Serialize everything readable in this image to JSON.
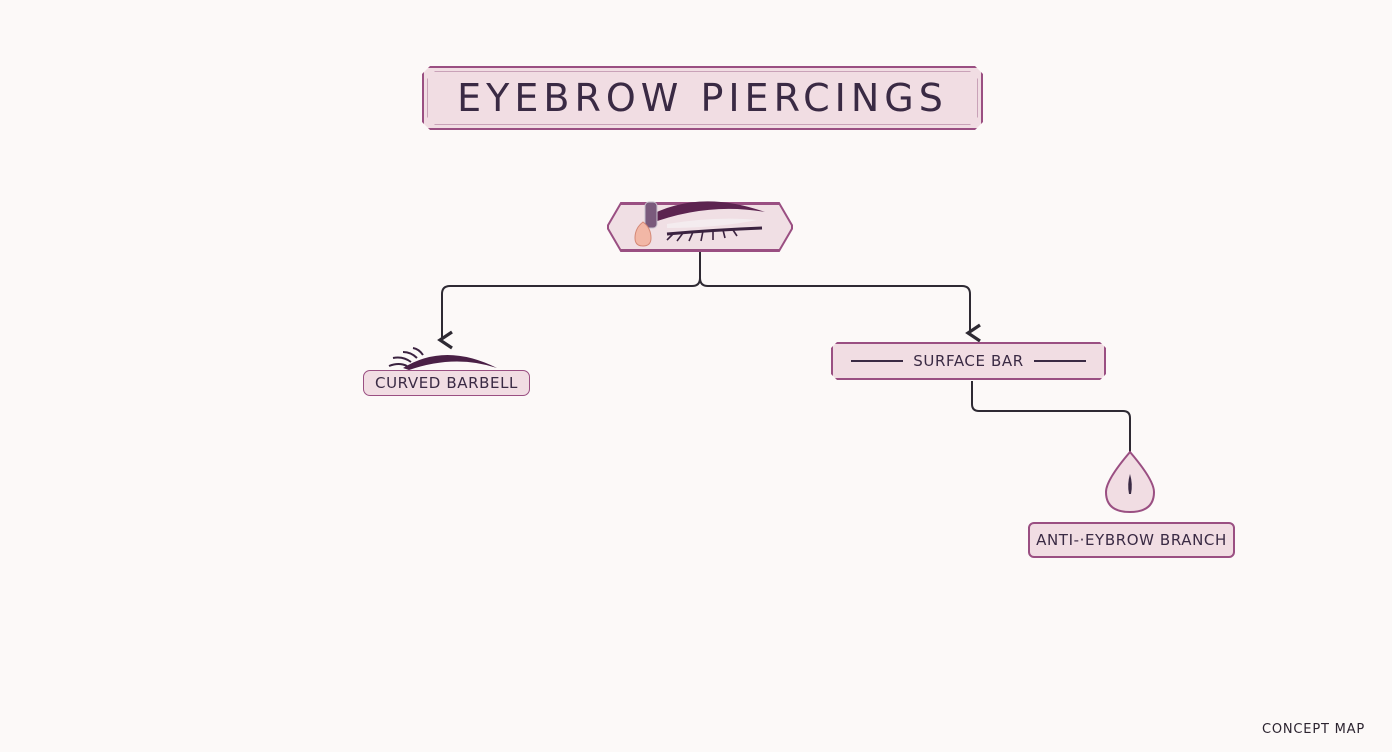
{
  "title": "EYEBROW PIERCINGS",
  "nodes": {
    "curved_barbell": "CURVED BARBELL",
    "surface_bar": "SURFACE BAR",
    "anti_eyebrow": "ANTI-·EYBROW BRANCH"
  },
  "footer": {
    "label": "CONCEPT MAP"
  },
  "colors": {
    "node_fill": "#f1dde3",
    "node_border": "#9a4f82",
    "connector": "#2e2a33",
    "brow": "#5c2450",
    "background": "#fcf9f8"
  },
  "icons": {
    "root": "eye-with-eyebrow-piercing-icon",
    "curved_barbell": "eyebrow-icon",
    "anti_eyebrow": "teardrop-jewel-icon"
  }
}
